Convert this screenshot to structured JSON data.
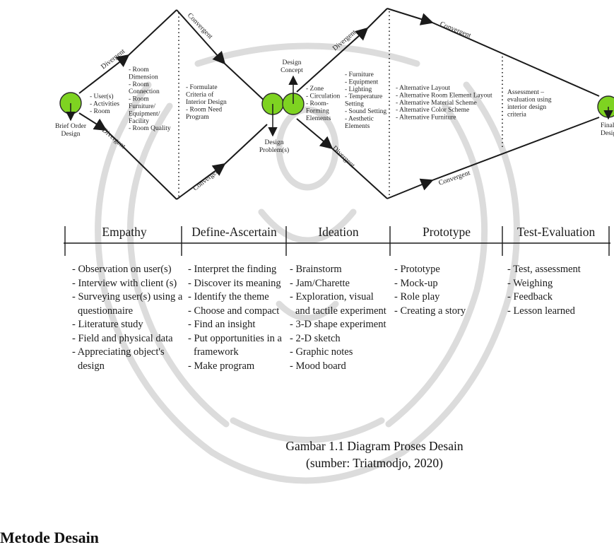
{
  "diagram": {
    "nodes": {
      "start": "Brief Order\nDesign",
      "concept": "Design\nConcept",
      "problem": "Design\nProblem(s)",
      "final": "Final\nDesign"
    },
    "edge_labels": {
      "divergent": "Divergent",
      "convergent": "Convergent"
    },
    "lists": {
      "users": [
        "- User(s)",
        "- Activities",
        "- Room"
      ],
      "room": [
        "- Room",
        "Dimension",
        "- Room",
        "Connection",
        "- Room",
        "Furniture/",
        "Equipment/",
        "Facility",
        "- Room Quality"
      ],
      "criteria": [
        "- Formulate",
        "Criteria of",
        "Interior Design",
        "- Room Need",
        "Program"
      ],
      "zones": [
        "- Zone",
        "- Circulation",
        "- Room-",
        "Forming",
        "Elements"
      ],
      "furniture": [
        "- Furniture",
        "- Equipment",
        "- Lighting",
        "- Temperature",
        "Setting",
        "- Sound Setting",
        "- Aesthetic",
        "Elements"
      ],
      "alternatives": [
        "- Alternative Layout",
        "- Alternative Room Element Layout",
        "- Alternative Material Scheme",
        "- Alternative Color Scheme",
        "- Alternative Furniture"
      ],
      "assessment": [
        "Assessment –",
        "evaluation using",
        "interior design",
        "criteria"
      ]
    }
  },
  "phases": [
    {
      "title": "Empathy",
      "items": [
        "- Observation on user(s)",
        "- Interview with client (s)",
        "- Surveying user(s) using a questionnaire",
        "- Literature study",
        "- Field and physical data",
        "- Appreciating object's design"
      ]
    },
    {
      "title": "Define-Ascertain",
      "items": [
        "- Interpret the finding",
        "- Discover its meaning",
        "- Identify the theme",
        "- Choose and compact",
        "- Find an insight",
        "- Put opportunities in a framework",
        "- Make program"
      ]
    },
    {
      "title": "Ideation",
      "items": [
        "- Brainstorm",
        "- Jam/Charette",
        "- Exploration, visual and tactile experiment",
        "- 3-D shape experiment",
        "- 2-D sketch",
        "- Graphic notes",
        "- Mood board"
      ]
    },
    {
      "title": "Prototype",
      "items": [
        "- Prototype",
        "- Mock-up",
        "- Role play",
        "- Creating a story"
      ]
    },
    {
      "title": "Test-Evaluation",
      "items": [
        "- Test, assessment",
        "- Weighing",
        "- Feedback",
        "- Lesson learned"
      ]
    }
  ],
  "caption": {
    "line1": "Gambar 1.1 Diagram Proses Desain",
    "line2": "(sumber: Triatmodjo, 2020)"
  },
  "section_heading": "Metode Desain",
  "colors": {
    "node_fill": "#7ed321",
    "line": "#1a1a1a",
    "watermark": "#d9d9d9"
  }
}
